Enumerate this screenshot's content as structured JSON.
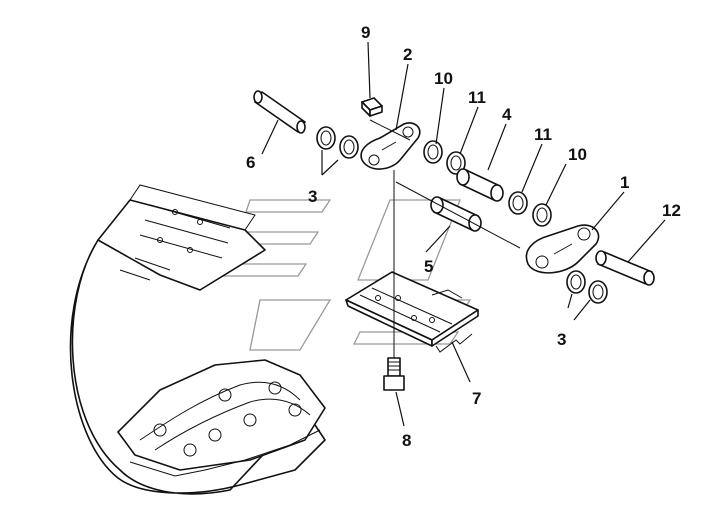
{
  "diagram": {
    "callouts": {
      "c1": "1",
      "c2": "2",
      "c3a": "3",
      "c3b": "3",
      "c4": "4",
      "c5": "5",
      "c6": "6",
      "c7": "7",
      "c8": "8",
      "c9": "9",
      "c10a": "10",
      "c10b": "10",
      "c11a": "11",
      "c11b": "11",
      "c12": "12"
    }
  }
}
